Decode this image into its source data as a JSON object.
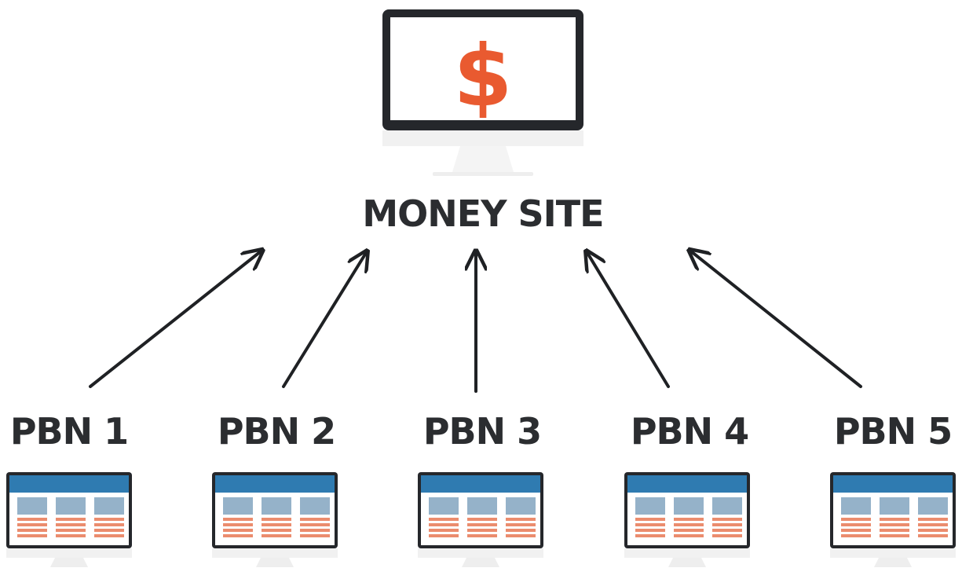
{
  "money_site": {
    "label": "MONEY SITE",
    "symbol": "$"
  },
  "pbn_sites": [
    {
      "label": "PBN 1"
    },
    {
      "label": "PBN 2"
    },
    {
      "label": "PBN 3"
    },
    {
      "label": "PBN 4"
    },
    {
      "label": "PBN 5"
    }
  ],
  "icons": {
    "money_monitor": "monitor-icon",
    "pbn_monitor": "website-monitor-icon",
    "arrow": "arrow-up-icon"
  },
  "colors": {
    "text": "#2b2d30",
    "arrow": "#1f2124",
    "monitor_frame": "#25272b",
    "monitor_stand": "#eeeeee",
    "monitor_base": "#f1f1f1",
    "dollar": "#e95a30",
    "site_header": "#2f7bb1",
    "site_block": "#95b2c9",
    "site_lines": "#eb8c6e",
    "background": "#ffffff"
  }
}
